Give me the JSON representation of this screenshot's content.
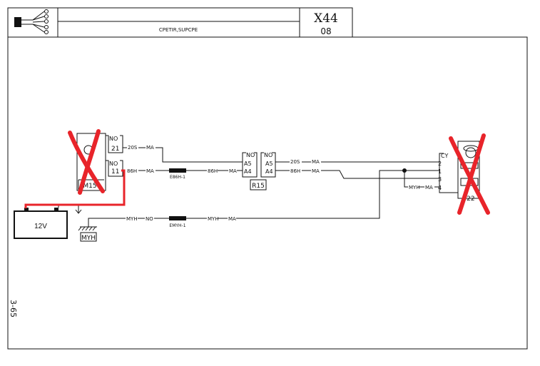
{
  "title_block": {
    "description": "CPETIR,SUPCPE",
    "code": "X44",
    "code_sub": "08"
  },
  "page_ref": "3-65",
  "battery": {
    "label": "12V"
  },
  "ground": {
    "label": "MYH"
  },
  "left_connector": {
    "pin_top_color": "NO",
    "pin_top_num": "21",
    "pin_bottom_color": "NO",
    "pin_bottom_num": "11",
    "module_label": "M15"
  },
  "mid_connector": {
    "left_color": "NO",
    "right_color": "NO",
    "left_pin_a": "A5",
    "left_pin_b": "A4",
    "right_pin_a": "A5",
    "right_pin_b": "A4",
    "label": "R15"
  },
  "right_connector": {
    "color": "CY",
    "pins": [
      "2",
      "1",
      "3",
      "4"
    ],
    "module_label": "622"
  },
  "wires": {
    "w1_left": "20S",
    "w1_left_color": "MA",
    "w1_right": "20S",
    "w1_right_color": "MA",
    "w2_a": "86H",
    "w2_a_color": "MA",
    "splice1": "E86H-1",
    "w2_b": "86H",
    "w2_b_color": "MA",
    "w2_c": "86H",
    "w2_c_color": "MA",
    "w3_a": "MYH",
    "w3_a_color": "NO",
    "splice2": "EMYH-1",
    "w3_b": "MYH",
    "w3_b_color": "MA",
    "w4": "MYH",
    "w4_color": "MA"
  },
  "colors": {
    "annotation_red": "#e8242a",
    "line": "#111111"
  }
}
